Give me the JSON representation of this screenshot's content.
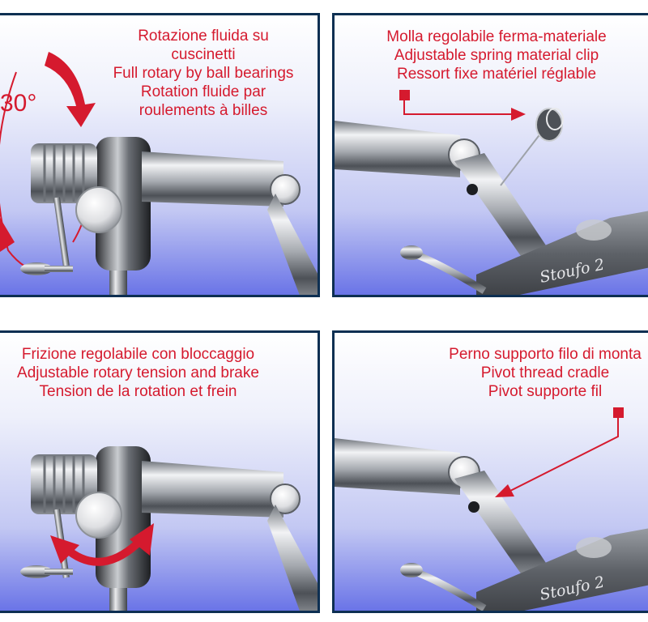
{
  "panels": [
    {
      "caption": [
        "Rotazione fluida su",
        "cuscinetti",
        "Full rotary by ball bearings",
        "Rotation fluide par",
        "roulements à billes"
      ],
      "degree_fragment": "30°"
    },
    {
      "caption": [
        "Molla regolabile ferma-materiale",
        "Adjustable spring material clip",
        "Ressort fixe matériel réglable"
      ],
      "brand": "Stoufo 2"
    },
    {
      "caption": [
        "Frizione regolabile con bloccaggio",
        "Adjustable rotary tension and brake",
        "Tension de la rotation et frein"
      ]
    },
    {
      "caption": [
        "Perno supporto filo di monta",
        "Pivot thread cradle",
        "Pivot supporte fil"
      ],
      "brand": "Stoufo 2"
    }
  ],
  "colors": {
    "caption_red": "#d51a2e",
    "frame_navy": "#0d2f52",
    "gradient_top": "#ffffff",
    "gradient_bottom": "#6a74e7"
  }
}
